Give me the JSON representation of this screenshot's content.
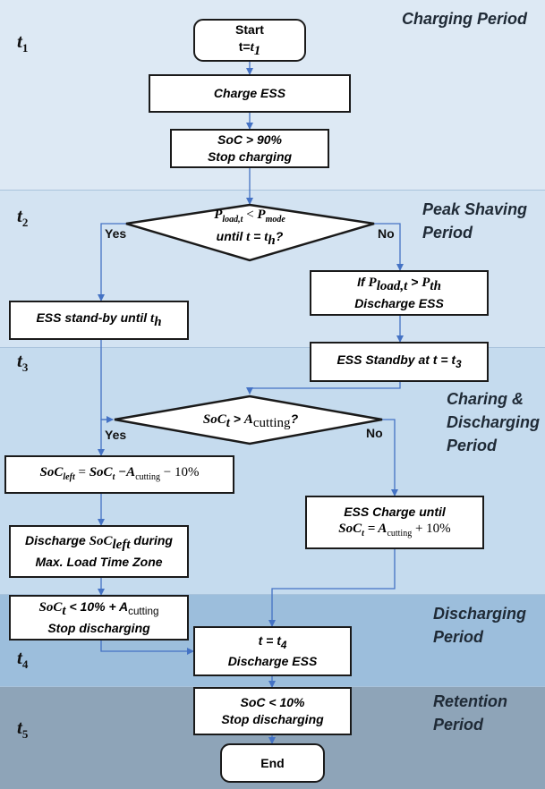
{
  "periods": {
    "charging": "Charging Period",
    "peak_shaving": "Peak Shaving\nPeriod",
    "charging_discharging": "Charing &\nDischarging\nPeriod",
    "discharging": "Discharging\nPeriod",
    "retention": "Retention\nPeriod"
  },
  "time_labels": {
    "t1": {
      "base": "t",
      "sub": "1"
    },
    "t2": {
      "base": "t",
      "sub": "2"
    },
    "t3": {
      "base": "t",
      "sub": "3"
    },
    "t4": {
      "base": "t",
      "sub": "4"
    },
    "t5": {
      "base": "t",
      "sub": "5"
    }
  },
  "nodes": {
    "start": {
      "line1": "Start",
      "line2_prefix": "t=",
      "line2_var": "t",
      "line2_sub": "1"
    },
    "charge_ess": "Charge ESS",
    "soc_90": {
      "line1": "SoC > 90%",
      "line2": "Stop charging"
    },
    "decision_peak": {
      "p": "P",
      "load_sub": "load,t",
      "lt": " < ",
      "mode_sub": "mode",
      "line2_prefix": "until ",
      "t": "t",
      "eq": " = ",
      "th_sub": "h",
      "q": "?"
    },
    "ess_standby_th": {
      "text": "ESS stand-by until ",
      "var": "t",
      "sub": "h"
    },
    "if_pload": {
      "prefix": "If ",
      "p": "P",
      "load_sub": "load,t",
      "gt": "  > ",
      "th_sub": "th",
      "line2": "Discharge ESS"
    },
    "ess_standby_t3": "ESS Standby at t = t",
    "ess_standby_t3_sub": "3",
    "decision_soc": {
      "soc": "SoC",
      "t_sub": "t",
      "gt": " > ",
      "a": "A",
      "cut": "cutting",
      "q": "?"
    },
    "soc_left": {
      "soc": "SoC",
      "left_sub": "left",
      "eq": "  = ",
      "soc2": "SoC",
      "t_sub": "t",
      "minus": "  −A",
      "cut": "cutting",
      "minus10": " − 10%"
    },
    "discharge_left": {
      "line1a": "Discharge ",
      "soc": "SoC",
      "left_sub": "left",
      "line1b": "  during",
      "line2": "Max. Load Time Zone"
    },
    "ess_charge_until": {
      "line1": "ESS Charge until",
      "soc": "SoC",
      "t_sub": "t",
      "eq": " = A",
      "cut": "cutting",
      "plus": " + 10%"
    },
    "soc_10_acut": {
      "soc": "SoC",
      "t_sub": "t",
      "mid": " < 10% + A",
      "cut": "cutting",
      "line2": "Stop discharging"
    },
    "t_eq_t4": {
      "prefix": "t = t",
      "sub": "4",
      "line2": "Discharge ESS"
    },
    "soc_10": {
      "line1": "SoC < 10%",
      "line2": "Stop discharging"
    },
    "end": "End"
  },
  "branch_labels": {
    "yes1": "Yes",
    "no1": "No",
    "yes2": "Yes",
    "no2": "No"
  },
  "colors": {
    "connector": "#4472c4",
    "border": "#1a1a1a"
  }
}
